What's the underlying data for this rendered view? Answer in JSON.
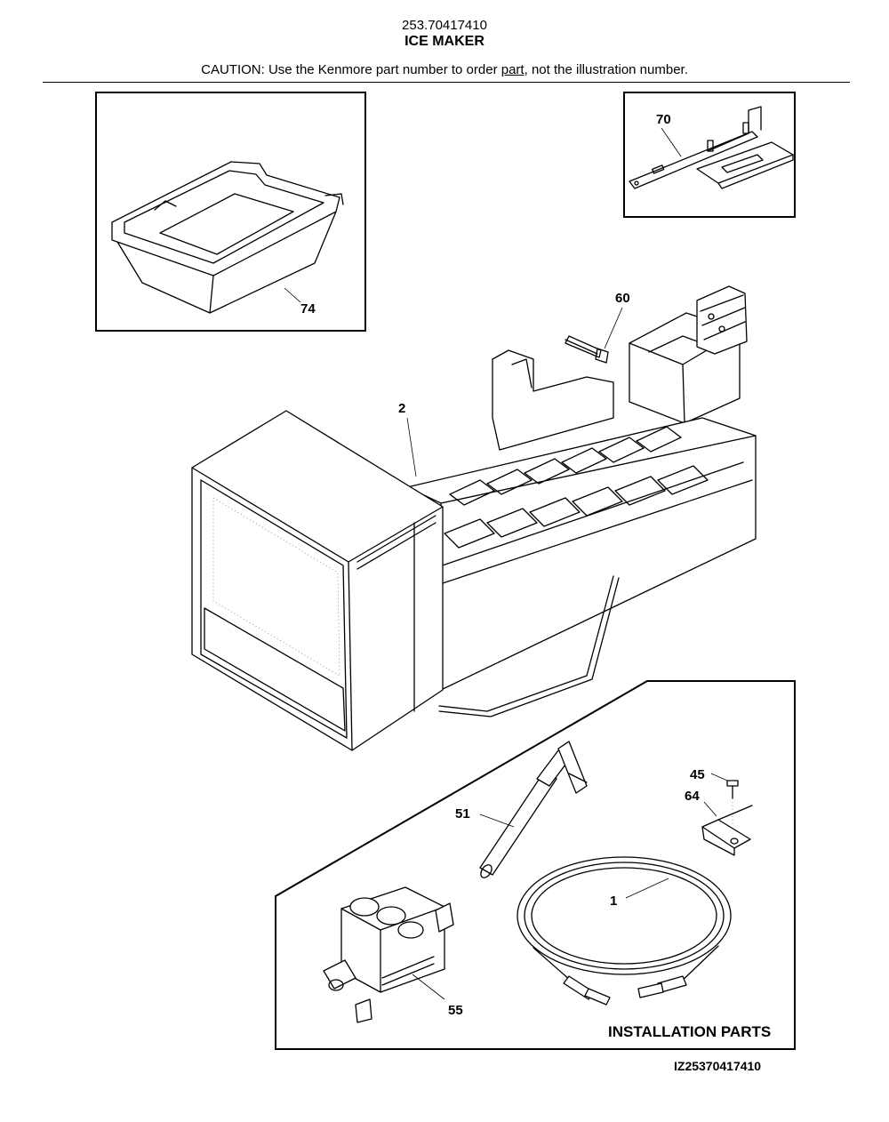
{
  "header": {
    "model_number": "253.70417410",
    "title": "ICE MAKER",
    "caution_prefix": "CAUTION: Use the Kenmore part number to order ",
    "caution_underlined": "part",
    "caution_suffix": ", not the illustration number."
  },
  "parts": {
    "ice_bucket": "74",
    "mounting_bracket": "70",
    "screw": "60",
    "ice_maker_assembly": "2",
    "screw_small": "45",
    "clamp": "64",
    "fill_tube": "51",
    "water_line_tubing": "1",
    "water_valve": "55"
  },
  "installation_panel": {
    "label": "INSTALLATION PARTS"
  },
  "footer": {
    "reference_code": "IZ25370417410"
  }
}
